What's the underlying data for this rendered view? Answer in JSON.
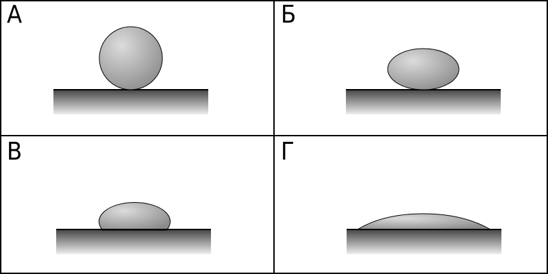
{
  "panels": [
    {
      "id": "a",
      "label": "А",
      "drop": "sphere"
    },
    {
      "id": "b",
      "label": "Б",
      "drop": "ellipse"
    },
    {
      "id": "v",
      "label": "В",
      "drop": "flattened-ellipse"
    },
    {
      "id": "g",
      "label": "Г",
      "drop": "spread-cap"
    }
  ],
  "colors": {
    "border": "#000000",
    "drop_light": "#d6d6d6",
    "drop_dark": "#8c8c8c",
    "surface_top": "#555555",
    "surface_bottom": "#e6e6e6",
    "surface_line": "#000000"
  }
}
